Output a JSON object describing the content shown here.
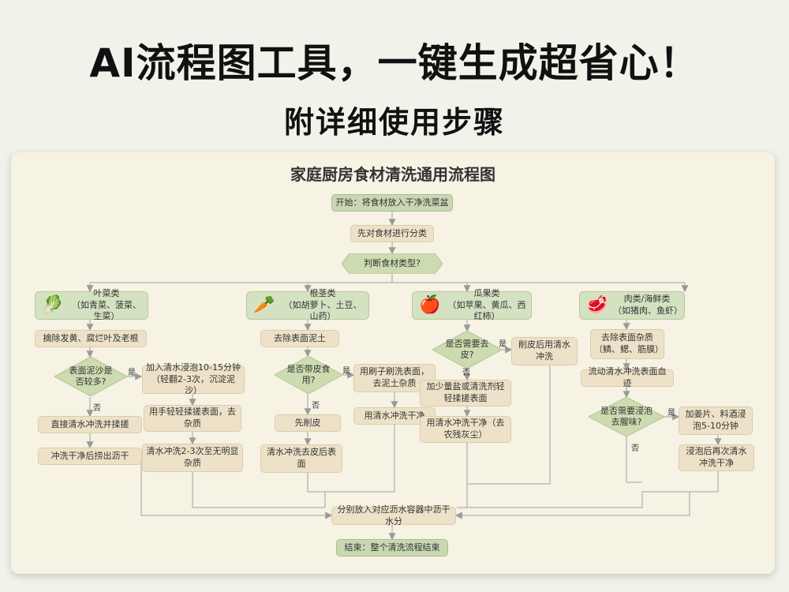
{
  "headline": "AI流程图工具，一键生成超省心！",
  "subheadline": "附详细使用步骤",
  "diagram": {
    "title": "家庭厨房食材清洗通用流程图",
    "start": "开始：将食材放入干净洗菜盆",
    "classify": "先对食材进行分类",
    "judge_type": "判断食材类型?",
    "categories": [
      {
        "title": "叶菜类",
        "examples": "（如青菜、菠菜、生菜）",
        "icon": "leaf-icon"
      },
      {
        "title": "根茎类",
        "examples": "（如胡萝卜、土豆、山药）",
        "icon": "carrot-icon"
      },
      {
        "title": "瓜果类",
        "examples": "（如苹果、黄瓜、西红柿）",
        "icon": "apple-icon"
      },
      {
        "title": "肉类/海鲜类",
        "examples": "（如猪肉、鱼虾）",
        "icon": "meat-icon"
      }
    ],
    "leafy": {
      "step1": "摘除发黄、腐烂叶及老根",
      "decision": "表面泥沙是否较多?",
      "yes": "是",
      "no": "否",
      "yes1": "加入清水浸泡10-15分钟（轻翻2-3次，沉淀泥沙）",
      "yes2": "用手轻轻揉搓表面，去杂质",
      "yes3": "清水冲洗2-3次至无明显杂质",
      "no1": "直接清水冲洗并揉搓",
      "no2": "冲洗干净后捞出沥干"
    },
    "root": {
      "step1": "去除表面泥土",
      "decision": "是否带皮食用?",
      "yes": "是",
      "no": "否",
      "yes1": "用刷子刷洗表面，去泥土杂质",
      "yes2": "用清水冲洗干净",
      "no1": "先削皮",
      "no2": "清水冲洗去皮后表面"
    },
    "fruit": {
      "decision": "是否需要去皮?",
      "yes": "是",
      "no": "否",
      "yes1": "削皮后用清水冲洗",
      "no1": "加少量盐或清洗剂轻轻揉搓表面",
      "no2": "用清水冲洗干净（去农残灰尘）"
    },
    "meat": {
      "step1": "去除表面杂质（鳞、鳃、筋膜）",
      "step2": "流动清水冲洗表面血迹",
      "decision": "是否需要浸泡去腥味?",
      "yes": "是",
      "no": "否",
      "yes1": "加姜片、料酒浸泡5-10分钟",
      "yes2": "浸泡后再次清水冲洗干净"
    },
    "drain": "分别放入对应沥水容器中沥干水分",
    "end": "结束：整个清洗流程结束"
  },
  "colors": {
    "page_bg": "#f1f3ea",
    "card_bg": "#f6f2e4",
    "process_fill": "#ede2c8",
    "terminal_fill": "#c9d8b2",
    "category_fill": "#d4e2c2",
    "diamond_fill": "#cddcb0",
    "line": "#b3b3b3"
  }
}
